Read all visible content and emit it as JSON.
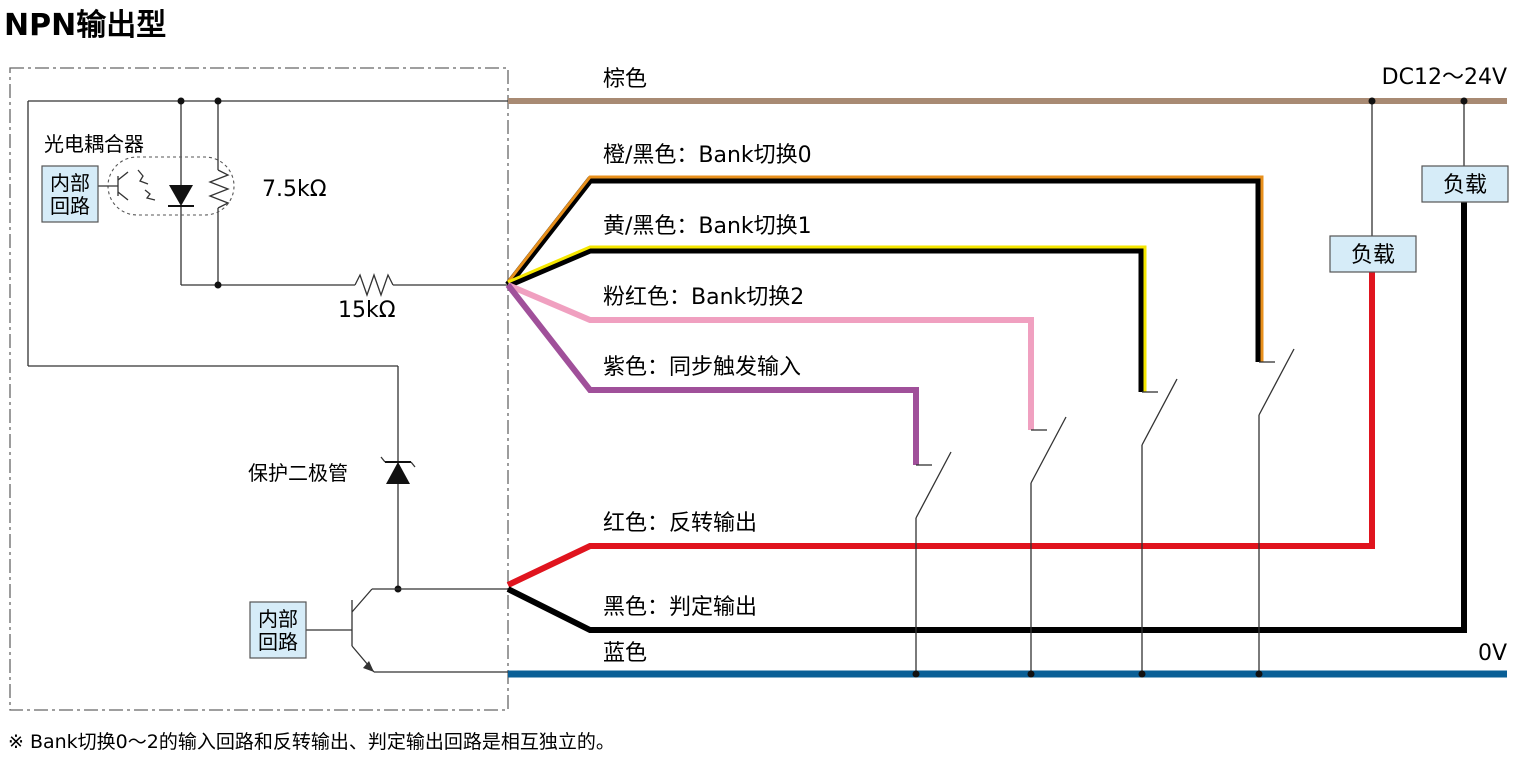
{
  "title": "NPN输出型",
  "internal_circuit_label": "内部回路",
  "optocoupler_label": "光电耦合器",
  "resistor_1": "7.5kΩ",
  "resistor_2": "15kΩ",
  "protection_diode_label": "保护二极管",
  "supply_label": "DC12～24V",
  "zero_volt_label": "0V",
  "load_label": "负载",
  "wires": {
    "brown": {
      "label": "棕色",
      "color": "#a88a73"
    },
    "orange": {
      "label": "橙/黑色：Bank切换0",
      "color": "#e8901c"
    },
    "yellow": {
      "label": "黄/黑色：Bank切换1",
      "color": "#f5e600"
    },
    "pink": {
      "label": "粉红色：Bank切换2",
      "color": "#f0a0c0"
    },
    "purple": {
      "label": "紫色：同步触发输入",
      "color": "#a0509a"
    },
    "red": {
      "label": "红色：反转输出",
      "color": "#e0141e"
    },
    "black": {
      "label": "黑色：判定输出",
      "color": "#000000"
    },
    "blue": {
      "label": "蓝色",
      "color": "#0a5f96"
    }
  },
  "footnote": "※ Bank切换0～2的输入回路和反转输出、判定输出回路是相互独立的。"
}
